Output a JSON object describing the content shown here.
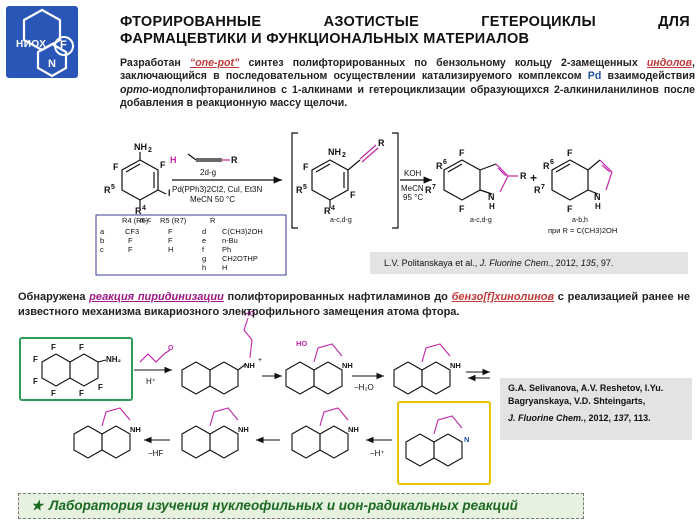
{
  "logo": {
    "text": "НИОХ",
    "letter_f": "F",
    "letter_n": "N"
  },
  "title": {
    "line1": [
      "ФТОРИРОВАННЫЕ",
      "АЗОТИСТЫЕ",
      "ГЕТЕРОЦИКЛЫ",
      "ДЛЯ"
    ],
    "line2": "ФАРМАЦЕВТИКИ И ФУНКЦИОНАЛЬНЫХ МАТЕРИАЛОВ"
  },
  "paragraph1": {
    "p1": "Разработан ",
    "hl1": "“one-pot”",
    "p2": " синтез полифторированных по бензольному кольцу 2-замещенных ",
    "hl2": "индолов",
    "p3": ", заключающийся в последовательном осуществлении катализируемого комплексом ",
    "pd": "Pd",
    "p4": " взаимодействия ",
    "ortho": "орто",
    "p5": "-иодполифторанилинов с 1-алкинами и гетероциклизации образующихся 2-алкиниланилинов после добавления в реакционную массу щелочи."
  },
  "scheme1": {
    "reagent_top": "2d-g",
    "conditions1": "Pd(PPh3)2Cl2, CuI, Et3N",
    "conditions2": "MeCN  50 °C",
    "label_start": "a–c",
    "label_intermediate": "a-c,d-g",
    "koh": "KOH",
    "solvent": "MeCN",
    "temp": "95 °C",
    "label_product1": "a-c,d-g",
    "label_product2": "a-b,h",
    "note": "при R = C(CH3)2OH",
    "table_headers": [
      "R4 (R6)",
      "R5 (R7)",
      "R"
    ],
    "table_rows": [
      [
        "a",
        "CF3",
        "F",
        "d",
        "C(CH3)2OH"
      ],
      [
        "b",
        "F",
        "F",
        "e",
        "n-Bu"
      ],
      [
        "c",
        "F",
        "H",
        "f",
        "Ph"
      ],
      [
        "",
        "",
        "",
        "g",
        "CH2OTHP"
      ],
      [
        "",
        "",
        "",
        "h",
        "H"
      ]
    ]
  },
  "ref1": {
    "authors": "L.V. Politanskaya et al., ",
    "journal": "J. Fluorine Chem.",
    "rest": ", 2012, ",
    "vol": "135",
    "pages": ", 97."
  },
  "paragraph2": {
    "p1": "Обнаружена ",
    "hl": "реакция пиридинизации",
    "p2": " полифторированных нафтиламинов до ",
    "hl2": "бензо[f]хинолинов",
    "p3": " с реализацией ранее не известного механизма викариозного электрофильного замещения атома фтора."
  },
  "scheme2": {
    "h_plus": "H⁺",
    "minus_h2o": "−H₂O",
    "minus_hf": "−HF",
    "minus_h_plus": "−H⁺",
    "nh2": "NH₂",
    "ho": "HO"
  },
  "ref2": {
    "authors": "G.A. Selivanova, A.V. Reshetov, I.Yu. Bagryanskaya, V.D. Shteingarts,",
    "journal": "J. Fluorine Chem.",
    "rest": ", 2012, ",
    "vol": "137",
    "pages": ", 113."
  },
  "footer": {
    "star": "★",
    "text": "Лаборатория изучения нуклеофильных и ион-радикальных реакций"
  },
  "colors": {
    "logo_blue": "#2a56b8",
    "highlight_red": "#c23a3a",
    "highlight_purple": "#a0198a",
    "footer_green": "#1a6a22",
    "box_green": "#2f9d55",
    "box_yellow": "#e6c200",
    "magenta": "#c026a7"
  }
}
